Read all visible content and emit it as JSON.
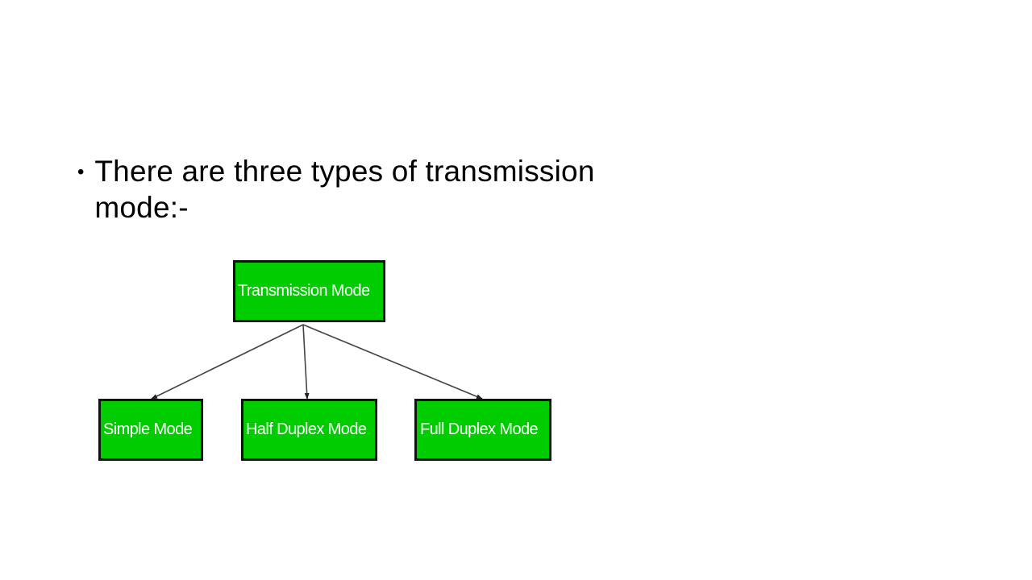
{
  "slide": {
    "bullet": {
      "marker": "•",
      "text": "There are three types of transmission mode:-"
    }
  },
  "diagram": {
    "root": {
      "label": "Transmission Mode"
    },
    "children": [
      {
        "label": "Simple Mode"
      },
      {
        "label": "Half Duplex Mode"
      },
      {
        "label": "Full Duplex Mode"
      }
    ],
    "colors": {
      "node_fill": "#00cc00",
      "node_border": "#111111",
      "node_text": "#ffffff",
      "connector": "#444444"
    }
  }
}
